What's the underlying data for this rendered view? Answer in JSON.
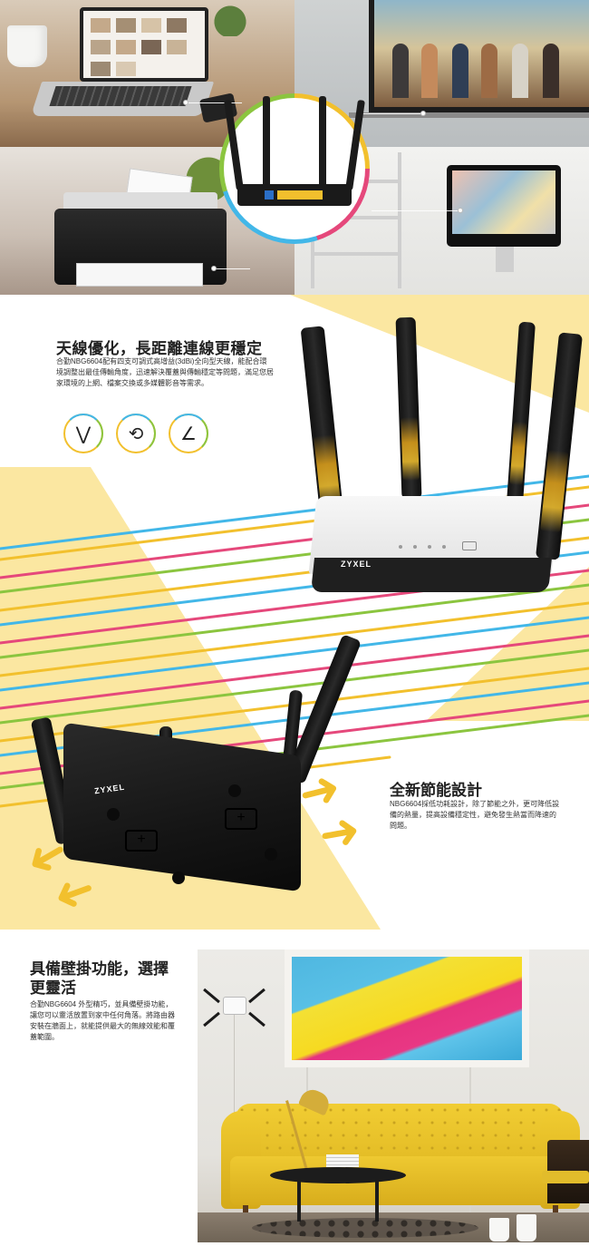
{
  "section_antenna": {
    "title": "天線優化，長距離連線更穩定",
    "description": "合勤NBG6604配有四支可調式高增益(3dBi)全向型天線，能配合環境調整出最佳傳輸角度，迅速解決覆蓋與傳輸穩定等問題，滿足您居家環境的上網、檔案交換或多媒體影音等需求。",
    "icons": [
      "antenna-spread-icon",
      "antenna-rotate-icon",
      "antenna-tilt-icon"
    ]
  },
  "section_energy": {
    "title": "全新節能設計",
    "description": "NBG6604採低功耗設計，除了節能之外，更可降低設備的熱量，提高設備穩定性，避免發生熱當而降速的問題。"
  },
  "section_wall": {
    "title": "具備壁掛功能，選擇更靈活",
    "description": "合勤NBG6604 外型精巧，並具備壁掛功能，讓您可以靈活放置到家中任何角落。將路由器安裝在牆面上，就能提供最大的無線效能和覆蓋範圍。"
  },
  "router": {
    "brand_front": "ZYXEL",
    "brand_bottom": "ZYXEL"
  },
  "colors": {
    "yellow": "#f2c02d",
    "pink": "#e5487b",
    "blue": "#42b7e8",
    "green": "#8bc53f",
    "pale_yellow": "#fbe7a1"
  }
}
